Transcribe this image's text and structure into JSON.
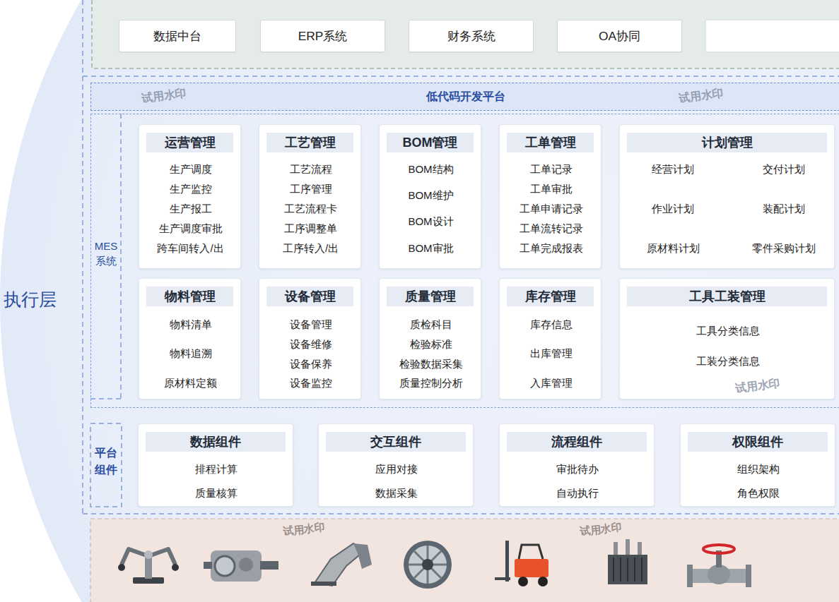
{
  "diagram": {
    "nodes": [
      {
        "text": [
          "数据中台"
        ]
      },
      {
        "text": [
          "ERP系统"
        ]
      },
      {
        "text": [
          "财务系统"
        ]
      },
      {
        "text": [
          "OA协同"
        ]
      },
      {
        "text": [
          "低代码开发平台"
        ]
      },
      {
        "text": [
          "MES系统"
        ]
      },
      {
        "text": [
          "运营管理",
          "生产调度",
          "生产监控",
          "生产报工",
          "生产调度审批",
          "跨车间转入/出"
        ],
        "in": 5
      },
      {
        "text": [
          "工艺管理",
          "工艺流程",
          "工序管理",
          "工艺流程卡",
          "工序调整单",
          "工序转入/出"
        ],
        "in": 5
      },
      {
        "text": [
          "BOM管理",
          "BOM结构",
          "BOM维护",
          "BOM设计",
          "BOM审批"
        ],
        "in": 5
      },
      {
        "text": [
          "工单管理",
          "工单记录",
          "工单审批",
          "工单申请记录",
          "工单流转记录",
          "工单完成报表"
        ],
        "in": 5
      },
      {
        "text": [
          "计划管理",
          "经营计划",
          "交付计划",
          "作业计划",
          "装配计划",
          "原材料计划",
          "零件采购计划"
        ],
        "in": 5
      },
      {
        "text": [
          "物料管理",
          "物料清单",
          "物料追溯",
          "原材料定额"
        ],
        "in": 5
      },
      {
        "text": [
          "设备管理",
          "设备管理",
          "设备维修",
          "设备保养",
          "设备监控"
        ],
        "in": 5
      },
      {
        "text": [
          "质量管理",
          "质检科目",
          "检验标准",
          "检验数据采集",
          "质量控制分析"
        ],
        "in": 5
      },
      {
        "text": [
          "库存管理",
          "库存信息",
          "出库管理",
          "入库管理"
        ],
        "in": 5
      },
      {
        "text": [
          "工具工装管理",
          "工具分类信息",
          "工装分类信息"
        ],
        "in": 5
      },
      {
        "text": [
          "平台组件"
        ]
      },
      {
        "text": [
          "数据组件",
          "排程计算",
          "质量核算"
        ],
        "in": 16
      },
      {
        "text": [
          "交互组件",
          "应用对接",
          "数据采集"
        ],
        "in": 16
      },
      {
        "text": [
          "流程组件",
          "审批待办",
          "自动执行"
        ],
        "in": 16
      },
      {
        "text": [
          "权限组件",
          "组织架构",
          "角色权限"
        ],
        "in": 16
      }
    ],
    "labels": [
      "执行层",
      "试用水印",
      "试用水印",
      "试用水印",
      "试用水印",
      "试用水印"
    ]
  }
}
